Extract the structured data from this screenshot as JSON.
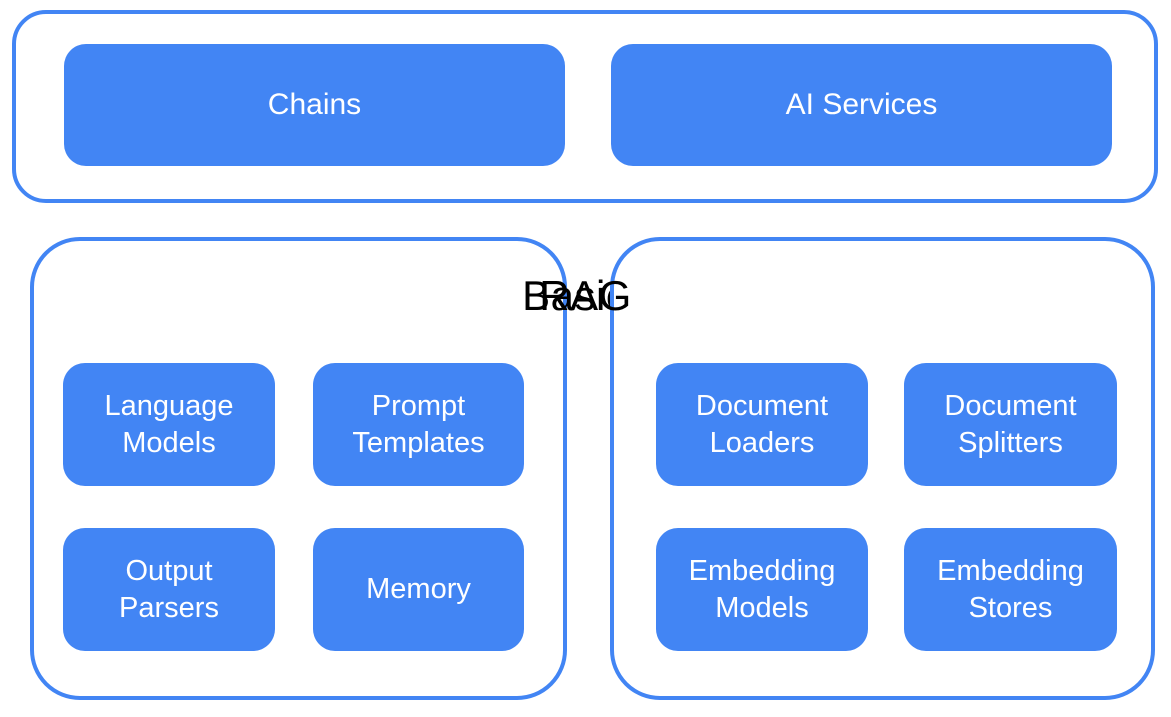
{
  "diagram": {
    "colors": {
      "node_fill": "#4285F4",
      "group_border": "#4285F4",
      "node_text": "#FFFFFF",
      "group_title_text": "#000000",
      "background": "#FFFFFF"
    },
    "top_group": {
      "nodes": [
        {
          "label": "Chains"
        },
        {
          "label": "AI Services"
        }
      ]
    },
    "groups": [
      {
        "title": "Basics",
        "nodes": [
          {
            "label": "Language Models"
          },
          {
            "label": "Prompt Templates"
          },
          {
            "label": "Output Parsers"
          },
          {
            "label": "Memory"
          }
        ]
      },
      {
        "title": "RAG",
        "nodes": [
          {
            "label": "Document Loaders"
          },
          {
            "label": "Document Splitters"
          },
          {
            "label": "Embedding Models"
          },
          {
            "label": "Embedding Stores"
          }
        ]
      }
    ]
  }
}
